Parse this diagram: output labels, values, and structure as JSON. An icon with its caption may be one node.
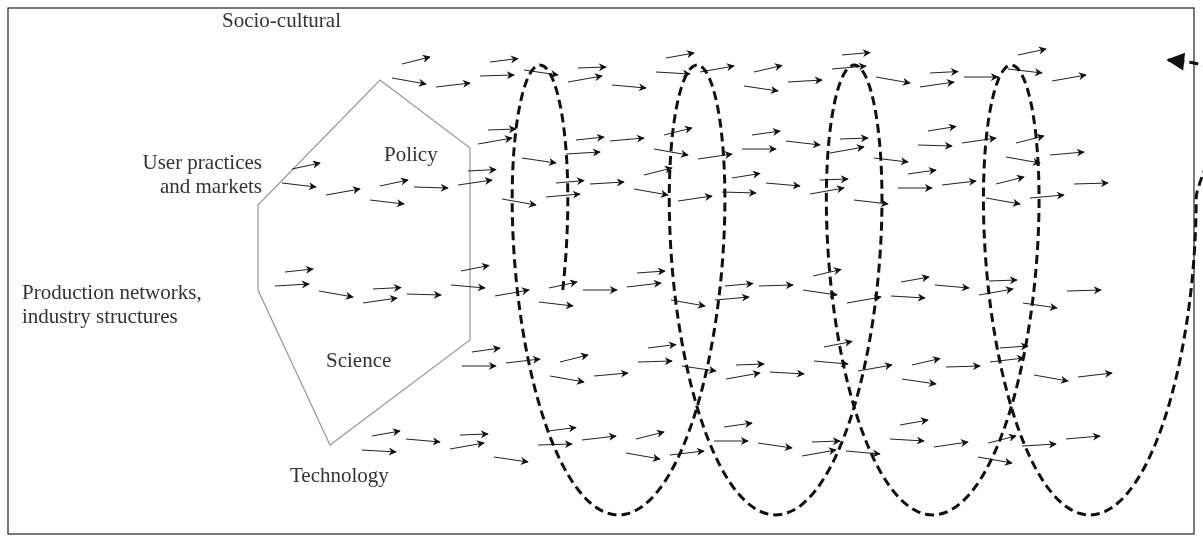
{
  "diagram": {
    "labels": [
      "Socio-cultural",
      "User practices and markets",
      "Policy",
      "Production networks, industry structures",
      "Science",
      "Technology"
    ]
  }
}
